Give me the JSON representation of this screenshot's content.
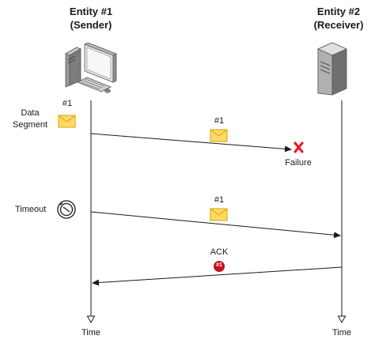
{
  "entities": {
    "sender": {
      "title_line1": "Entity #1",
      "title_line2": "(Sender)",
      "icon": "desktop-computer-icon"
    },
    "receiver": {
      "title_line1": "Entity #2",
      "title_line2": "(Receiver)",
      "icon": "server-tower-icon"
    }
  },
  "labels": {
    "data_segment_line1": "Data",
    "data_segment_line2": "Segment",
    "segment_number": "#1",
    "timeout": "Timeout",
    "failure": "Failure",
    "ack": "ACK",
    "ack_badge": "#1",
    "time_axis_sender": "Time",
    "time_axis_receiver": "Time"
  },
  "messages": [
    {
      "label": "#1",
      "direction": "sender-to-receiver",
      "status": "lost",
      "icon": "envelope-icon"
    },
    {
      "label": "#1",
      "direction": "sender-to-receiver",
      "status": "delivered",
      "icon": "envelope-icon"
    },
    {
      "label": "ACK",
      "direction": "receiver-to-sender",
      "status": "delivered",
      "icon": "ack-badge-icon"
    }
  ],
  "colors": {
    "envelope_fill": "#ffd966",
    "envelope_stroke": "#d6a500",
    "failure_mark": "#e8181e",
    "ack_badge": "#c0141b",
    "line": "#1a1a1a"
  }
}
